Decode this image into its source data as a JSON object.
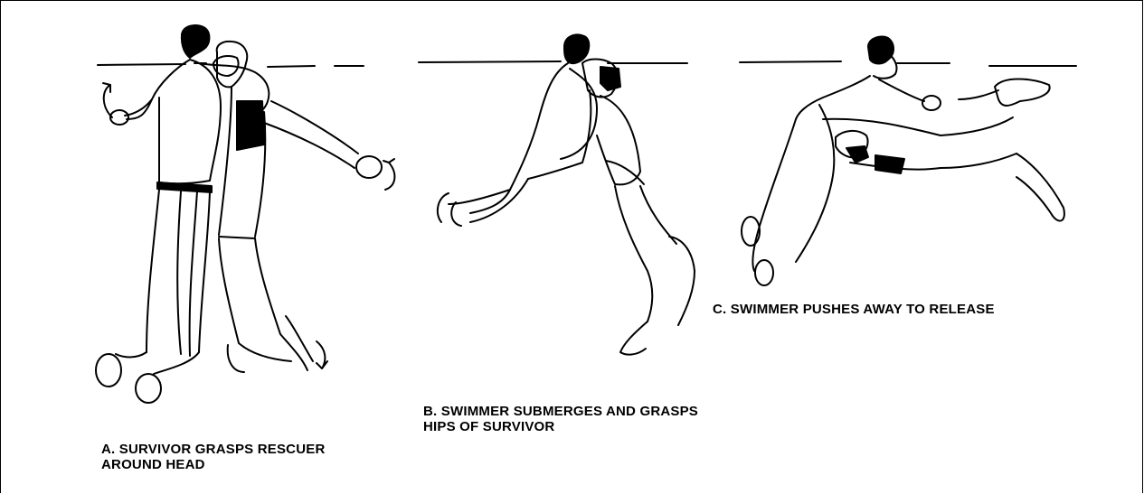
{
  "panels": [
    {
      "id": "A",
      "caption_lines": [
        "A. SURVIVOR GRASPS RESCUER",
        "AROUND HEAD"
      ]
    },
    {
      "id": "B",
      "caption_lines": [
        "B. SWIMMER SUBMERGES AND GRASPS",
        "HIPS OF SURVIVOR"
      ]
    },
    {
      "id": "C",
      "caption_lines": [
        "C. SWIMMER PUSHES AWAY TO RELEASE"
      ]
    }
  ]
}
